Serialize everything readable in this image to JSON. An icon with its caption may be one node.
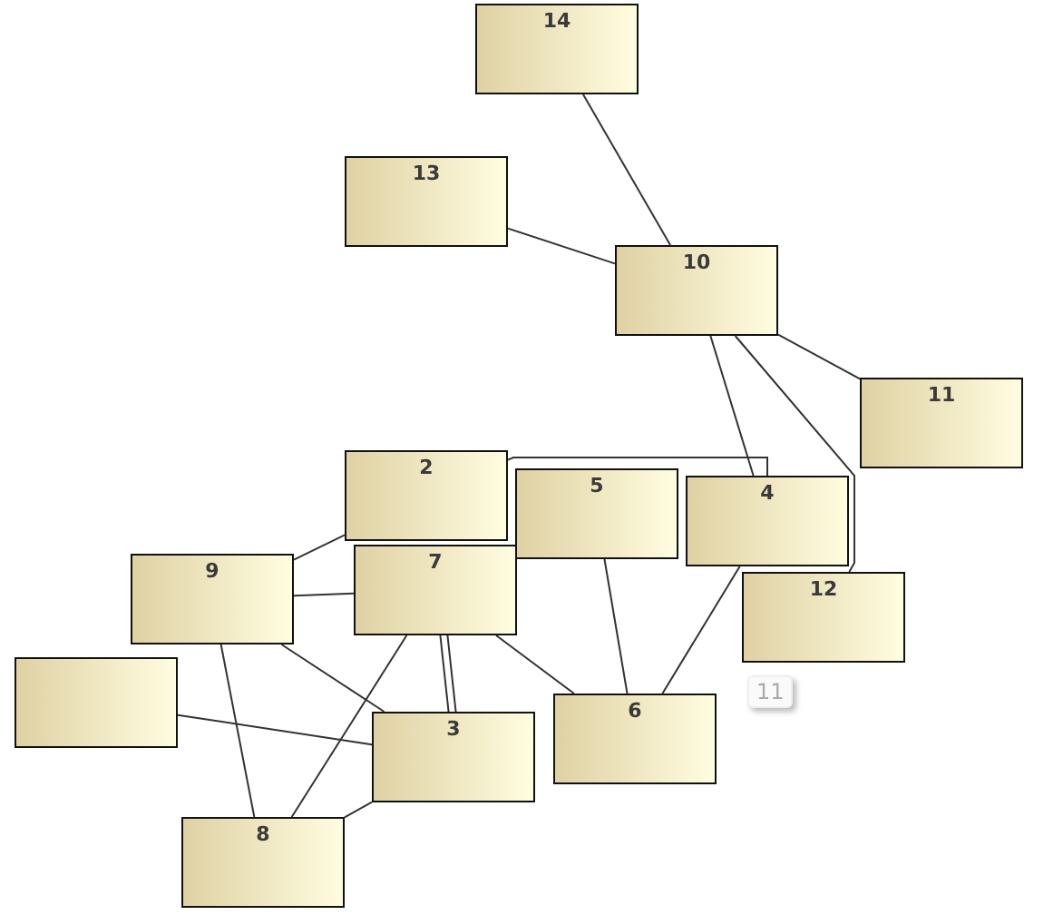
{
  "diagram": {
    "nodes": [
      {
        "text": [
          "14"
        ]
      },
      {
        "text": [
          "13"
        ]
      },
      {
        "text": [
          "10"
        ]
      },
      {
        "text": [
          "11"
        ]
      },
      {
        "text": [
          "2"
        ]
      },
      {
        "text": [
          "5"
        ]
      },
      {
        "text": [
          "4"
        ]
      },
      {
        "text": [
          "12"
        ]
      },
      {
        "text": [
          "9"
        ]
      },
      {
        "text": [
          "7"
        ]
      },
      {
        "text": [],
        "shape": "box"
      },
      {
        "text": [
          "6"
        ]
      },
      {
        "text": [
          "3"
        ]
      },
      {
        "text": [
          "8"
        ]
      }
    ],
    "edges": [
      {
        "from": 0,
        "to": 2,
        "arrow": "none"
      },
      {
        "from": 1,
        "to": 2,
        "arrow": "none"
      },
      {
        "from": 2,
        "to": 3,
        "arrow": "none"
      },
      {
        "from": 2,
        "to": 6,
        "arrow": "none"
      },
      {
        "from": 2,
        "to": 7,
        "arrow": "none"
      },
      {
        "from": 4,
        "to": 6,
        "arrow": "none"
      },
      {
        "from": 5,
        "to": 11,
        "arrow": "none"
      },
      {
        "from": 6,
        "to": 11,
        "arrow": "none"
      },
      {
        "from": 9,
        "to": 11,
        "arrow": "none"
      },
      {
        "from": 8,
        "to": 4,
        "arrow": "none"
      },
      {
        "from": 8,
        "to": 9,
        "arrow": "none"
      },
      {
        "from": 8,
        "to": 12,
        "arrow": "none"
      },
      {
        "from": 10,
        "to": 12,
        "arrow": "none"
      },
      {
        "from": 8,
        "to": 13,
        "arrow": "none"
      },
      {
        "from": 9,
        "to": 13,
        "arrow": "none"
      },
      {
        "from": 9,
        "to": 12,
        "arrow": "none"
      },
      {
        "from": 9,
        "to": 12,
        "arrow": "none"
      },
      {
        "from": 12,
        "to": 13,
        "arrow": "none"
      }
    ],
    "labels": [
      "11"
    ]
  }
}
